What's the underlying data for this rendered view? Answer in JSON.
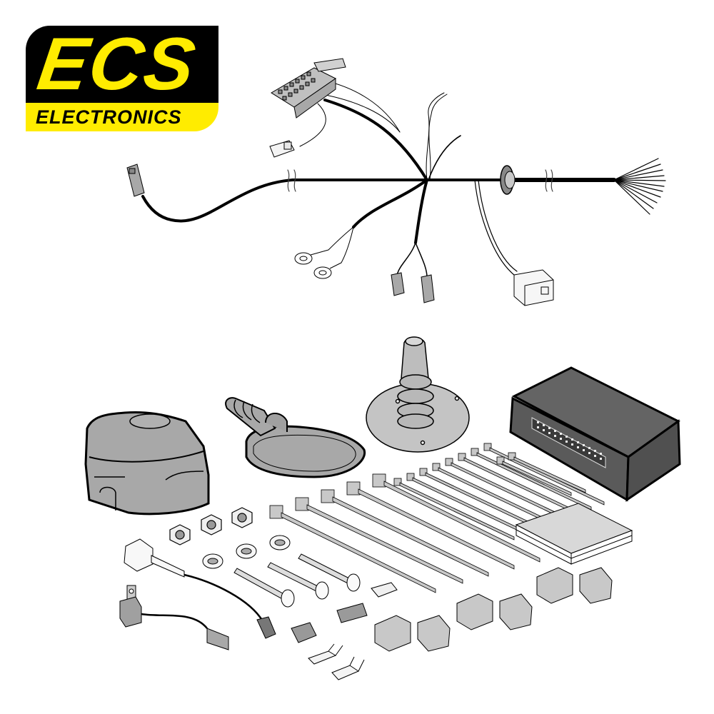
{
  "logo": {
    "brand": "ECS",
    "subtitle": "ELECTRONICS",
    "colors": {
      "black": "#000000",
      "yellow": "#ffec00"
    }
  },
  "product": {
    "type": "towbar wiring kit",
    "components": {
      "harness": {
        "main_connectors": [
          "multi-pin vehicle connector",
          "small white connector",
          "grey 2-pin connector (left)",
          "2x grey plug connectors",
          "white relay connector",
          "rubber grommet"
        ],
        "ring_terminals": 2,
        "open_wire_ends": 11
      },
      "socket_13_pin": 1,
      "rubber_gasket": 1,
      "cable_grommet_boot": 1,
      "control_module": {
        "pins": 24,
        "color": "#5a5a5a"
      },
      "cable_ties_long": 5,
      "cable_ties_short": 10,
      "hex_nuts": 3,
      "lock_washers": 3,
      "bolts": 3,
      "adhesive_pad": 1,
      "scotch_lock_connectors": 3,
      "buzzer": 1,
      "fuse_holder": 1,
      "blade_terminals": 2,
      "small_connectors": 3
    }
  }
}
